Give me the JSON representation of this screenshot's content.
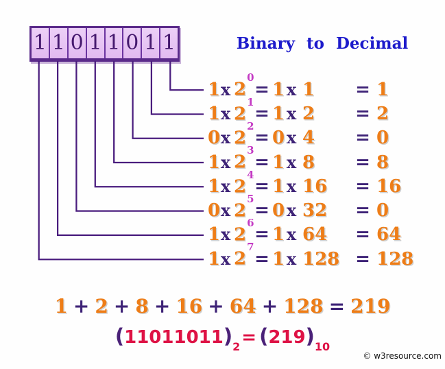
{
  "title": "Binary  to  Decimal",
  "binary_box": {
    "digits": [
      "1",
      "1",
      "0",
      "1",
      "1",
      "0",
      "1",
      "1"
    ]
  },
  "symbols": {
    "multiply": "x",
    "equals": "=",
    "plus": "+"
  },
  "equations": [
    {
      "bit": "1",
      "base": "2",
      "exponent": "0",
      "factor": "1",
      "power": "1",
      "result": "1"
    },
    {
      "bit": "1",
      "base": "2",
      "exponent": "1",
      "factor": "1",
      "power": "2",
      "result": "2"
    },
    {
      "bit": "0",
      "base": "2",
      "exponent": "2",
      "factor": "0",
      "power": "4",
      "result": "0"
    },
    {
      "bit": "1",
      "base": "2",
      "exponent": "3",
      "factor": "1",
      "power": "8",
      "result": "8"
    },
    {
      "bit": "1",
      "base": "2",
      "exponent": "4",
      "factor": "1",
      "power": "16",
      "result": "16"
    },
    {
      "bit": "0",
      "base": "2",
      "exponent": "5",
      "factor": "0",
      "power": "32",
      "result": "0"
    },
    {
      "bit": "1",
      "base": "2",
      "exponent": "6",
      "factor": "1",
      "power": "64",
      "result": "64"
    },
    {
      "bit": "1",
      "base": "2",
      "exponent": "7",
      "factor": "1",
      "power": "128",
      "result": "128"
    }
  ],
  "sum": {
    "terms": [
      "1",
      "2",
      "8",
      "16",
      "64",
      "128"
    ],
    "total": "219"
  },
  "conversion": {
    "open_paren": "(",
    "close_paren": ")",
    "binary_value": "11011011",
    "binary_base": "2",
    "equals": "=",
    "decimal_value": "219",
    "decimal_base": "10"
  },
  "watermark": "© w3resource.com",
  "colors": {
    "orange": "#ee7d17",
    "operator_purple": "#3e2377",
    "line_purple": "#4a1d7e",
    "exponent_magenta": "#c43bc4",
    "title_blue": "#1c1acb",
    "crimson": "#de1245",
    "box_fill": "#e6c3f2",
    "box_border": "#5a2a8a",
    "digit_purple": "#45196e"
  }
}
